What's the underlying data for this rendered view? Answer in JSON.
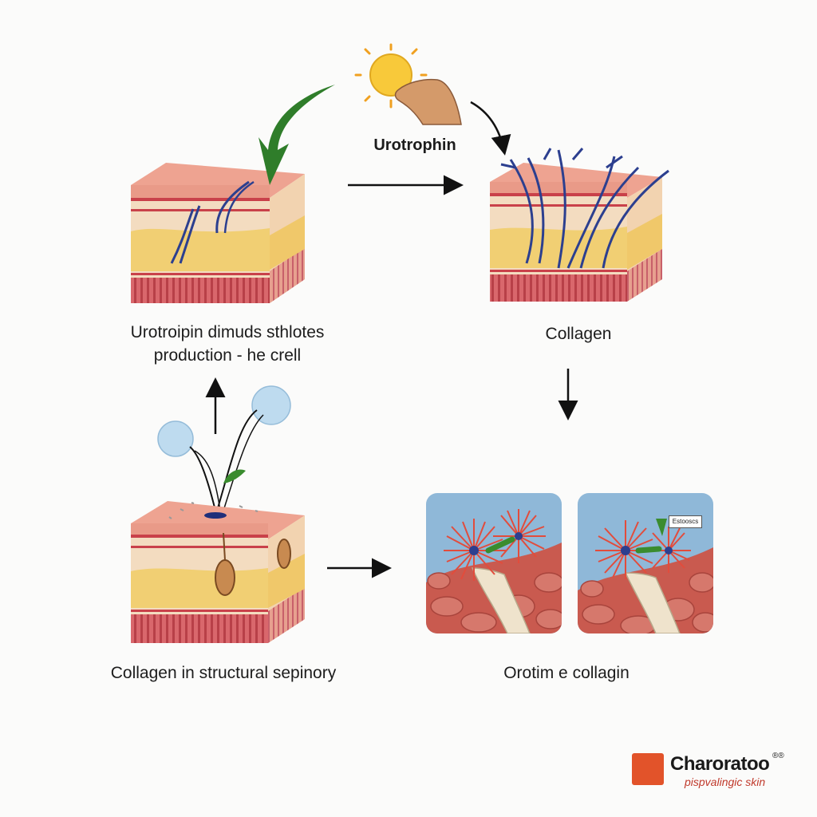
{
  "labels": {
    "top_center": "Urotrophin",
    "top_left_caption_line1": "Urotroipin dimuds sthlotes",
    "top_left_caption_line2": "production - he crell",
    "top_right_caption": "Collagen",
    "bottom_left_caption": "Collagen in structural sepinory",
    "bottom_right_caption": "Orotim e collagin",
    "panel_tag": "Estooscs"
  },
  "logo": {
    "name": "Charoratoo",
    "mark": "®®",
    "tagline": "pispvalingic skin"
  },
  "colors": {
    "skin_top": "#e99a88",
    "epidermis": "#f3dfc2",
    "fat": "#f1cf73",
    "red_band": "#c9414a",
    "fiber": "#2c3f8f",
    "arrow_green": "#2f7d2a",
    "sun": "#f8c93a",
    "sky": "#8fb8d8",
    "tissue": "#c95a4f",
    "logo_box": "#e2532a"
  },
  "icons": [
    "sun-icon",
    "hand-icon",
    "green-arrow-icon",
    "bubble-icon",
    "leaf-icon",
    "collagen-fiber-icon",
    "logo-icon"
  ]
}
